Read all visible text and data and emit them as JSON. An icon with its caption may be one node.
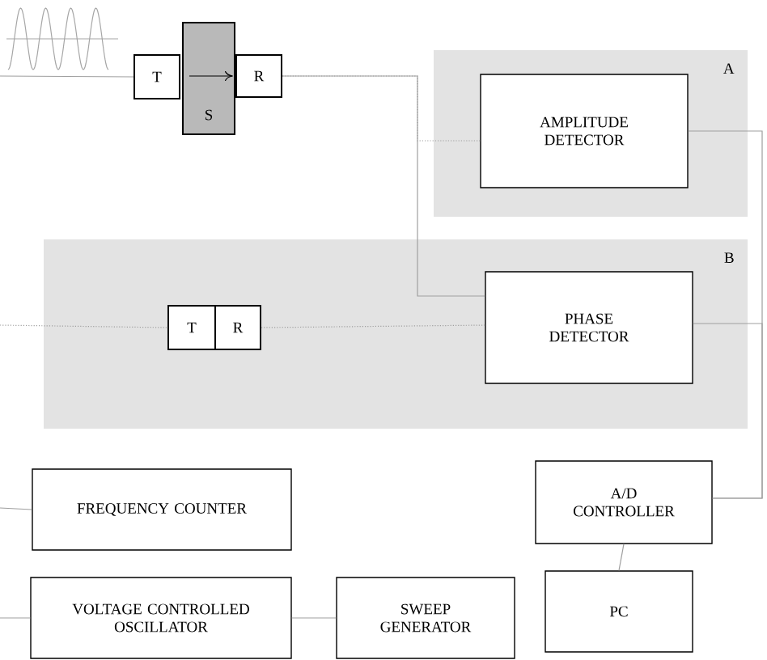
{
  "diagram": {
    "nodes": [
      {
        "text": [
          "T"
        ]
      },
      {
        "text": [
          "S"
        ]
      },
      {
        "text": [
          "R"
        ]
      },
      {
        "text": [
          "A"
        ]
      },
      {
        "text": [
          "AMPLITUDE DETECTOR"
        ],
        "in": 3
      },
      {
        "text": [
          "B"
        ]
      },
      {
        "text": [
          "T"
        ],
        "in": 5
      },
      {
        "text": [
          "R"
        ],
        "in": 5
      },
      {
        "text": [
          "PHASE DETECTOR"
        ],
        "in": 5
      },
      {
        "text": [
          "FREQUENCY COUNTER"
        ]
      },
      {
        "text": [
          "VOLTAGE CONTROLLED OSCILLATOR"
        ]
      },
      {
        "text": [
          "SWEEP GENERATOR"
        ]
      },
      {
        "text": [
          "A/D CONTROLLER"
        ]
      },
      {
        "text": [
          "PC"
        ]
      }
    ],
    "edges": [
      {
        "from": null,
        "to": 0,
        "arrow": "none"
      },
      {
        "from": 2,
        "to": 8,
        "arrow": "none"
      },
      {
        "from": 2,
        "to": 4,
        "arrow": "none",
        "style": "dashed"
      },
      {
        "from": 4,
        "to": 12,
        "arrow": "none"
      },
      {
        "from": 8,
        "to": 12,
        "arrow": "none"
      },
      {
        "from": null,
        "to": 6,
        "arrow": "none",
        "style": "dashed"
      },
      {
        "from": 7,
        "to": 8,
        "arrow": "none",
        "style": "dashed"
      },
      {
        "from": null,
        "to": 9,
        "arrow": "none"
      },
      {
        "from": null,
        "to": 10,
        "arrow": "none"
      },
      {
        "from": 10,
        "to": 11,
        "arrow": "none"
      },
      {
        "from": 12,
        "to": 13,
        "arrow": "none"
      }
    ]
  }
}
